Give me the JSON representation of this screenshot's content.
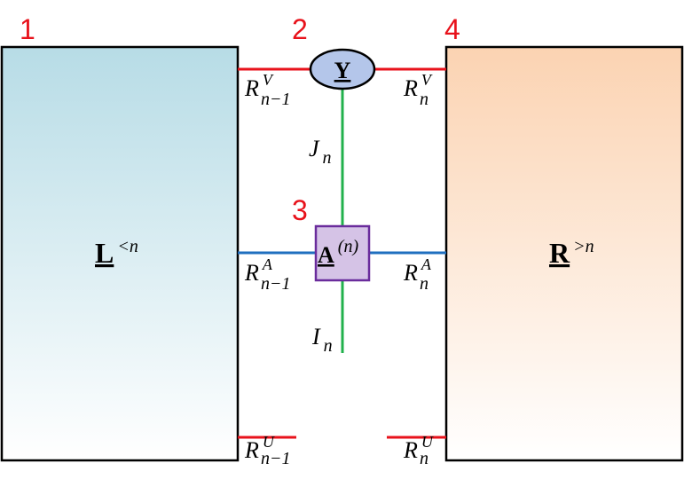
{
  "corner_numbers": {
    "n1": "1",
    "n2": "2",
    "n3": "3",
    "n4": "4"
  },
  "left_block": {
    "symbol": "L",
    "superscript": "<n"
  },
  "right_block": {
    "symbol": "R",
    "superscript": ">n"
  },
  "top_node": {
    "symbol": "Y"
  },
  "center_node": {
    "symbol": "A",
    "superscript": "(n)"
  },
  "labels": {
    "rv_left": {
      "base": "R",
      "sup": "V",
      "sub": "n−1"
    },
    "rv_right": {
      "base": "R",
      "sup": "V",
      "sub": "n"
    },
    "ra_left": {
      "base": "R",
      "sup": "A",
      "sub": "n−1"
    },
    "ra_right": {
      "base": "R",
      "sup": "A",
      "sub": "n"
    },
    "ru_left": {
      "base": "R",
      "sup": "U",
      "sub": "n−1"
    },
    "ru_right": {
      "base": "R",
      "sup": "U",
      "sub": "n"
    },
    "j": {
      "base": "J",
      "sub": "n"
    },
    "i": {
      "base": "I",
      "sub": "n"
    }
  },
  "colors": {
    "red_bond": "#e8121b",
    "blue_bond": "#1f6fbf",
    "green_bond": "#22b14c",
    "node_y_fill": "#b4c6ea",
    "node_a_fill": "#d5c3e6",
    "node_a_stroke": "#6a2c9c"
  }
}
